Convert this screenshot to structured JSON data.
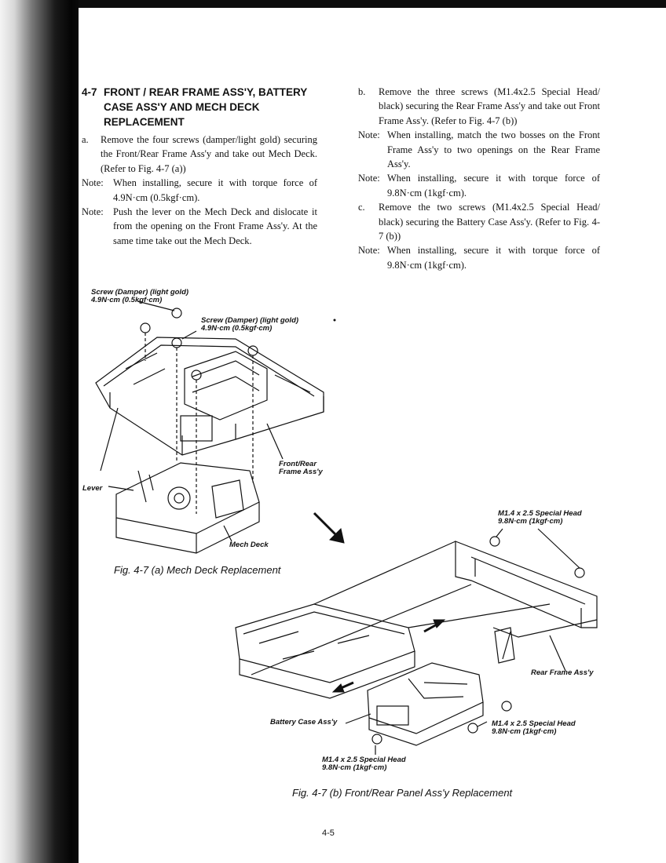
{
  "section": {
    "number": "4-7",
    "title": "FRONT / REAR FRAME ASS'Y, BATTERY CASE ASS'Y AND MECH DECK REPLACEMENT"
  },
  "left_column": [
    {
      "mark": "a.",
      "text": "Remove the four screws (damper/light gold) securing the Front/Rear Frame Ass'y and take out Mech Deck. (Refer to Fig. 4-7 (a))"
    },
    {
      "mark": "Note:",
      "text": "When installing, secure it with torque force of 4.9N·cm (0.5kgf·cm)."
    },
    {
      "mark": "Note:",
      "text": "Push the lever on the Mech Deck and dislocate it from the opening on the Front Frame Ass'y. At the same time take out the Mech Deck."
    }
  ],
  "right_column": [
    {
      "mark": "b.",
      "text": "Remove the three screws (M1.4x2.5 Special Head/ black) securing the Rear Frame Ass'y and take out Front Frame Ass'y. (Refer to Fig. 4-7 (b))"
    },
    {
      "mark": "Note:",
      "text": "When installing, match the two bosses on the Front Frame Ass'y to two openings on the Rear Frame Ass'y."
    },
    {
      "mark": "Note:",
      "text": "When installing, secure it with torque force of 9.8N·cm (1kgf·cm)."
    },
    {
      "mark": "c.",
      "text": "Remove the two screws (M1.4x2.5 Special Head/ black) securing the Battery Case Ass'y. (Refer to Fig. 4-7 (b))"
    },
    {
      "mark": "Note:",
      "text": "When installing, secure it with torque force of 9.8N·cm (1kgf·cm)."
    }
  ],
  "figure_a": {
    "caption": "Fig. 4-7 (a)   Mech Deck Replacement",
    "labels": {
      "screw1_l1": "Screw (Damper) (light gold)",
      "screw1_l2": "4.9N·cm (0.5kgf·cm)",
      "screw2_l1": "Screw (Damper) (light gold)",
      "screw2_l2": "4.9N·cm (0.5kgf·cm)",
      "frame_l1": "Front/Rear",
      "frame_l2": "Frame Ass'y",
      "lever": "Lever",
      "mech_deck": "Mech Deck"
    }
  },
  "figure_b": {
    "caption": "Fig. 4-7 (b)   Front/Rear Panel Ass'y Replacement",
    "labels": {
      "screw_top_l1": "M1.4 x 2.5 Special Head",
      "screw_top_l2": "9.8N·cm (1kgf·cm)",
      "rear_frame": "Rear Frame Ass'y",
      "battery_case": "Battery Case Ass'y",
      "screw_right_l1": "M1.4 x 2.5 Special Head",
      "screw_right_l2": "9.8N·cm (1kgf·cm)",
      "screw_bottom_l1": "M1.4 x 2.5 Special Head",
      "screw_bottom_l2": "9.8N·cm (1kgf·cm)"
    }
  },
  "page_number": "4-5"
}
